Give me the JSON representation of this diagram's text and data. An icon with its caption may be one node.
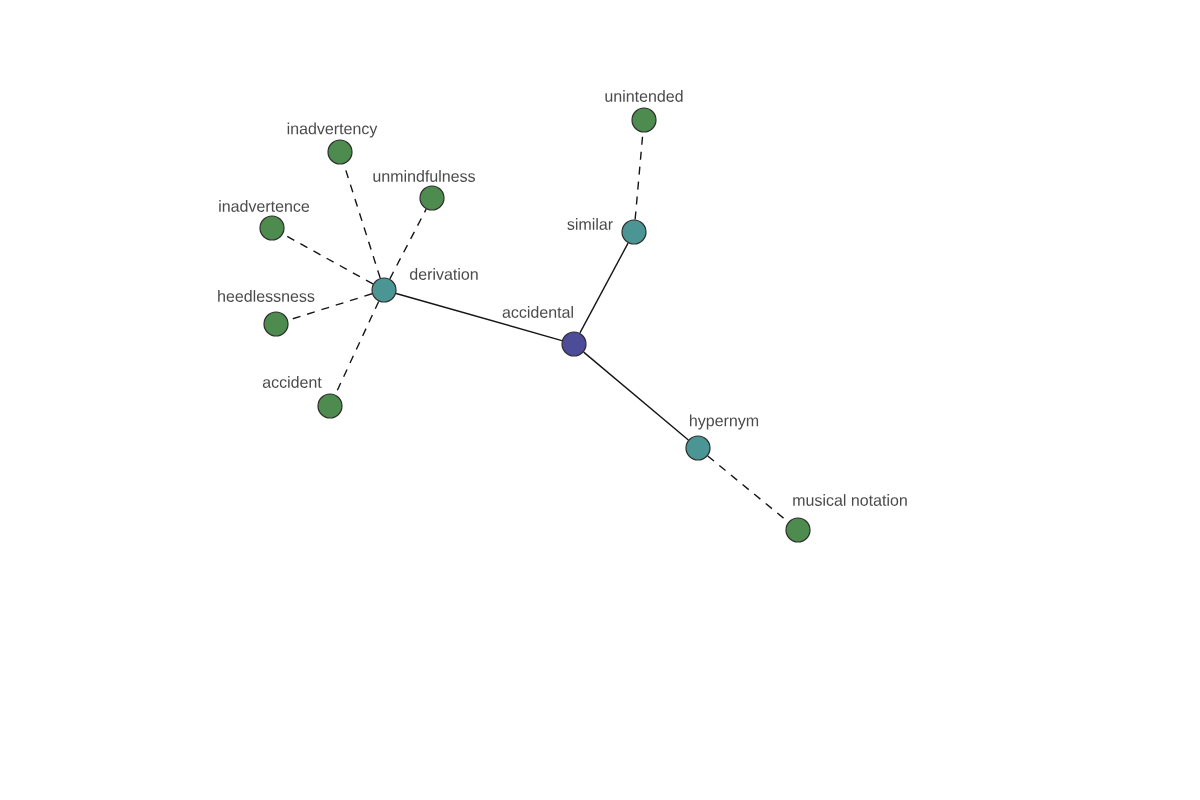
{
  "diagram": {
    "nodes": [
      {
        "text": [
          "unintended"
        ]
      },
      {
        "text": [
          "inadvertency"
        ]
      },
      {
        "text": [
          "unmindfulness"
        ]
      },
      {
        "text": [
          "inadvertence"
        ]
      },
      {
        "text": [
          "similar"
        ]
      },
      {
        "text": [
          "derivation"
        ]
      },
      {
        "text": [
          "heedlessness"
        ]
      },
      {
        "text": [
          "accidental"
        ]
      },
      {
        "text": [
          "accident"
        ]
      },
      {
        "text": [
          "hypernym"
        ]
      },
      {
        "text": [
          "musical notation"
        ]
      }
    ],
    "edges": [
      {
        "from": 7,
        "to": 5,
        "arrow": "none"
      },
      {
        "from": 7,
        "to": 4,
        "arrow": "none"
      },
      {
        "from": 7,
        "to": 9,
        "arrow": "none"
      },
      {
        "from": 5,
        "to": 1,
        "arrow": "none",
        "style": "dashed"
      },
      {
        "from": 5,
        "to": 2,
        "arrow": "none",
        "style": "dashed"
      },
      {
        "from": 5,
        "to": 3,
        "arrow": "none",
        "style": "dashed"
      },
      {
        "from": 5,
        "to": 6,
        "arrow": "none",
        "style": "dashed"
      },
      {
        "from": 5,
        "to": 8,
        "arrow": "none",
        "style": "dashed"
      },
      {
        "from": 4,
        "to": 0,
        "arrow": "none",
        "style": "dashed"
      },
      {
        "from": 9,
        "to": 10,
        "arrow": "none",
        "style": "dashed"
      }
    ]
  }
}
